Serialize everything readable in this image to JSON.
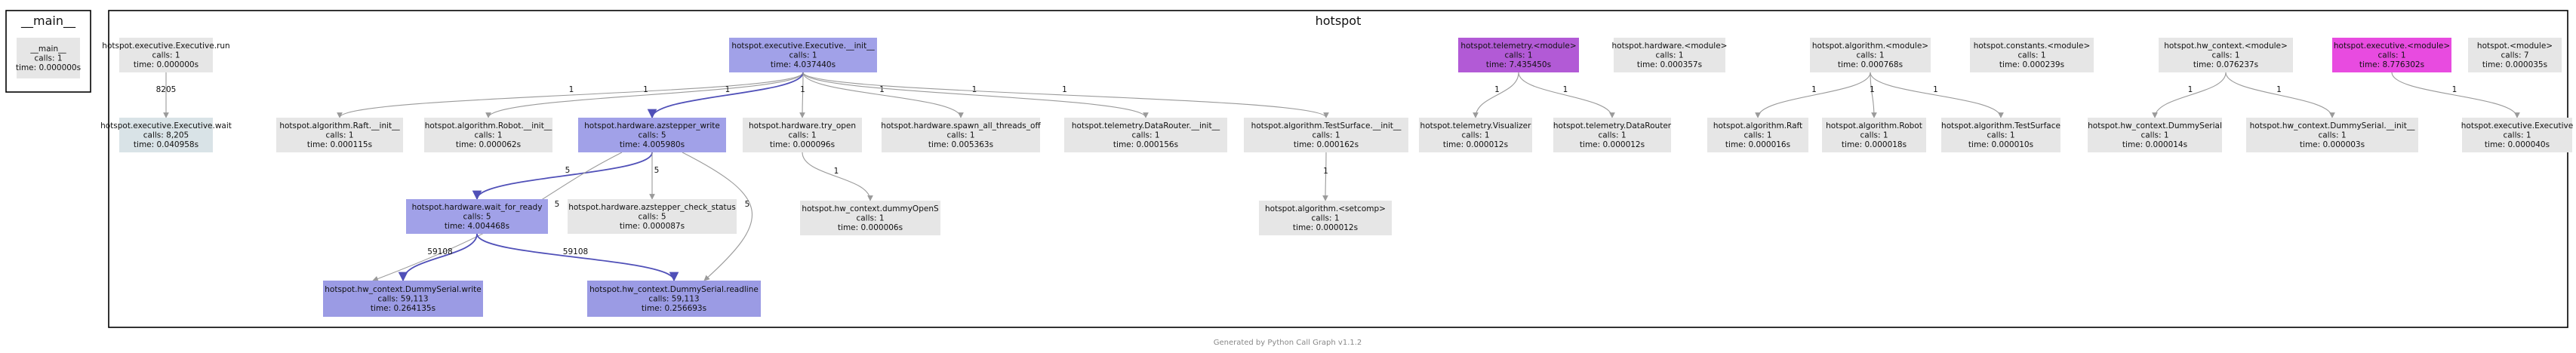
{
  "colors": {
    "default": "#e6e6e6",
    "light_blue_grey": "#d9e3e7",
    "blue": "#a1a1e8",
    "blue_dark": "#9b9be4",
    "purple_telemetry": "#b25ad6",
    "magenta_executive": "#e84be0",
    "edge_grey": "#9a9a9a",
    "edge_blue": "#5050b8"
  },
  "clusters": [
    {
      "id": "main",
      "title": "__main__"
    },
    {
      "id": "hotspot",
      "title": "hotspot"
    }
  ],
  "nodes": [
    {
      "id": "main_node",
      "lines": [
        "__main__",
        "calls: 1",
        "time: 0.000000s"
      ],
      "color": "default"
    },
    {
      "id": "exec_run",
      "lines": [
        "hotspot.executive.Executive.run",
        "calls: 1",
        "time: 0.000000s"
      ],
      "color": "default"
    },
    {
      "id": "exec_wait",
      "lines": [
        "hotspot.executive.Executive.wait",
        "calls: 8,205",
        "time: 0.040958s"
      ],
      "color": "light_blue_grey"
    },
    {
      "id": "exec_init",
      "lines": [
        "hotspot.executive.Executive.__init__",
        "calls: 1",
        "time: 4.037440s"
      ],
      "color": "blue"
    },
    {
      "id": "raft_init",
      "lines": [
        "hotspot.algorithm.Raft.__init__",
        "calls: 1",
        "time: 0.000115s"
      ],
      "color": "default"
    },
    {
      "id": "robot_init",
      "lines": [
        "hotspot.algorithm.Robot.__init__",
        "calls: 1",
        "time: 0.000062s"
      ],
      "color": "default"
    },
    {
      "id": "astep_write",
      "lines": [
        "hotspot.hardware.azstepper_write",
        "calls: 5",
        "time: 4.005980s"
      ],
      "color": "blue"
    },
    {
      "id": "try_open",
      "lines": [
        "hotspot.hardware.try_open",
        "calls: 1",
        "time: 0.000096s"
      ],
      "color": "default"
    },
    {
      "id": "spawn_threads",
      "lines": [
        "hotspot.hardware.spawn_all_threads_off",
        "calls: 1",
        "time: 0.005363s"
      ],
      "color": "default"
    },
    {
      "id": "datarouter_init",
      "lines": [
        "hotspot.telemetry.DataRouter.__init__",
        "calls: 1",
        "time: 0.000156s"
      ],
      "color": "default"
    },
    {
      "id": "testsurface_init",
      "lines": [
        "hotspot.algorithm.TestSurface.__init__",
        "calls: 1",
        "time: 0.000162s"
      ],
      "color": "default"
    },
    {
      "id": "wait_ready",
      "lines": [
        "hotspot.hardware.wait_for_ready",
        "calls: 5",
        "time: 4.004468s"
      ],
      "color": "blue"
    },
    {
      "id": "check_status",
      "lines": [
        "hotspot.hardware.azstepper_check_status",
        "calls: 5",
        "time: 0.000087s"
      ],
      "color": "default"
    },
    {
      "id": "dummyopen",
      "lines": [
        "hotspot.hw_context.dummyOpenS",
        "calls: 1",
        "time: 0.000006s"
      ],
      "color": "default"
    },
    {
      "id": "setcomp",
      "lines": [
        "hotspot.algorithm.<setcomp>",
        "calls: 1",
        "time: 0.000012s"
      ],
      "color": "default"
    },
    {
      "id": "ds_write",
      "lines": [
        "hotspot.hw_context.DummySerial.write",
        "calls: 59,113",
        "time: 0.264135s"
      ],
      "color": "blue_dark"
    },
    {
      "id": "ds_readline",
      "lines": [
        "hotspot.hw_context.DummySerial.readline",
        "calls: 59,113",
        "time: 0.256693s"
      ],
      "color": "blue_dark"
    },
    {
      "id": "tele_module",
      "lines": [
        "hotspot.telemetry.<module>",
        "calls: 1",
        "time: 7.435450s"
      ],
      "color": "purple_telemetry"
    },
    {
      "id": "visualizer",
      "lines": [
        "hotspot.telemetry.Visualizer",
        "calls: 1",
        "time: 0.000012s"
      ],
      "color": "default"
    },
    {
      "id": "datarouter",
      "lines": [
        "hotspot.telemetry.DataRouter",
        "calls: 1",
        "time: 0.000012s"
      ],
      "color": "default"
    },
    {
      "id": "hw_module",
      "lines": [
        "hotspot.hardware.<module>",
        "calls: 1",
        "time: 0.000357s"
      ],
      "color": "default"
    },
    {
      "id": "algo_module",
      "lines": [
        "hotspot.algorithm.<module>",
        "calls: 1",
        "time: 0.000768s"
      ],
      "color": "default"
    },
    {
      "id": "raft",
      "lines": [
        "hotspot.algorithm.Raft",
        "calls: 1",
        "time: 0.000016s"
      ],
      "color": "default"
    },
    {
      "id": "robot",
      "lines": [
        "hotspot.algorithm.Robot",
        "calls: 1",
        "time: 0.000018s"
      ],
      "color": "default"
    },
    {
      "id": "testsurface",
      "lines": [
        "hotspot.algorithm.TestSurface",
        "calls: 1",
        "time: 0.000010s"
      ],
      "color": "default"
    },
    {
      "id": "const_module",
      "lines": [
        "hotspot.constants.<module>",
        "calls: 1",
        "time: 0.000239s"
      ],
      "color": "default"
    },
    {
      "id": "hwctx_module",
      "lines": [
        "hotspot.hw_context.<module>",
        "calls: 1",
        "time: 0.076237s"
      ],
      "color": "default"
    },
    {
      "id": "dummyserial",
      "lines": [
        "hotspot.hw_context.DummySerial",
        "calls: 1",
        "time: 0.000014s"
      ],
      "color": "default"
    },
    {
      "id": "dummyserial_init",
      "lines": [
        "hotspot.hw_context.DummySerial.__init__",
        "calls: 1",
        "time: 0.000003s"
      ],
      "color": "default"
    },
    {
      "id": "exec_module",
      "lines": [
        "hotspot.executive.<module>",
        "calls: 1",
        "time: 8.776302s"
      ],
      "color": "magenta_executive"
    },
    {
      "id": "executive",
      "lines": [
        "hotspot.executive.Executive",
        "calls: 1",
        "time: 0.000040s"
      ],
      "color": "default"
    },
    {
      "id": "hotspot_module",
      "lines": [
        "hotspot.<module>",
        "calls: 7",
        "time: 0.000035s"
      ],
      "color": "default"
    }
  ],
  "edges": [
    {
      "from": "exec_run",
      "to": "exec_wait",
      "label": "8205",
      "style": "grey"
    },
    {
      "from": "exec_init",
      "to": "raft_init",
      "label": "1",
      "style": "grey"
    },
    {
      "from": "exec_init",
      "to": "robot_init",
      "label": "1",
      "style": "grey"
    },
    {
      "from": "exec_init",
      "to": "astep_write",
      "label": "1",
      "style": "blue"
    },
    {
      "from": "exec_init",
      "to": "try_open",
      "label": "1",
      "style": "grey"
    },
    {
      "from": "exec_init",
      "to": "spawn_threads",
      "label": "1",
      "style": "grey"
    },
    {
      "from": "exec_init",
      "to": "datarouter_init",
      "label": "1",
      "style": "grey"
    },
    {
      "from": "exec_init",
      "to": "testsurface_init",
      "label": "1",
      "style": "grey"
    },
    {
      "from": "astep_write",
      "to": "wait_ready",
      "label": "5",
      "style": "blue"
    },
    {
      "from": "astep_write",
      "to": "check_status",
      "label": "5",
      "style": "grey"
    },
    {
      "from": "astep_write",
      "to": "ds_write",
      "label": "5",
      "style": "grey"
    },
    {
      "from": "astep_write",
      "to": "ds_readline",
      "label": "5",
      "style": "grey"
    },
    {
      "from": "wait_ready",
      "to": "ds_write",
      "label": "59108",
      "style": "blue"
    },
    {
      "from": "wait_ready",
      "to": "ds_readline",
      "label": "59108",
      "style": "blue"
    },
    {
      "from": "try_open",
      "to": "dummyopen",
      "label": "1",
      "style": "grey"
    },
    {
      "from": "testsurface_init",
      "to": "setcomp",
      "label": "1",
      "style": "grey"
    },
    {
      "from": "tele_module",
      "to": "visualizer",
      "label": "1",
      "style": "grey"
    },
    {
      "from": "tele_module",
      "to": "datarouter",
      "label": "1",
      "style": "grey"
    },
    {
      "from": "algo_module",
      "to": "raft",
      "label": "1",
      "style": "grey"
    },
    {
      "from": "algo_module",
      "to": "robot",
      "label": "1",
      "style": "grey"
    },
    {
      "from": "algo_module",
      "to": "testsurface",
      "label": "1",
      "style": "grey"
    },
    {
      "from": "hwctx_module",
      "to": "dummyserial",
      "label": "1",
      "style": "grey"
    },
    {
      "from": "hwctx_module",
      "to": "dummyserial_init",
      "label": "1",
      "style": "grey"
    },
    {
      "from": "exec_module",
      "to": "executive",
      "label": "1",
      "style": "grey"
    }
  ],
  "footer": "Generated by Python Call Graph v1.1.2"
}
